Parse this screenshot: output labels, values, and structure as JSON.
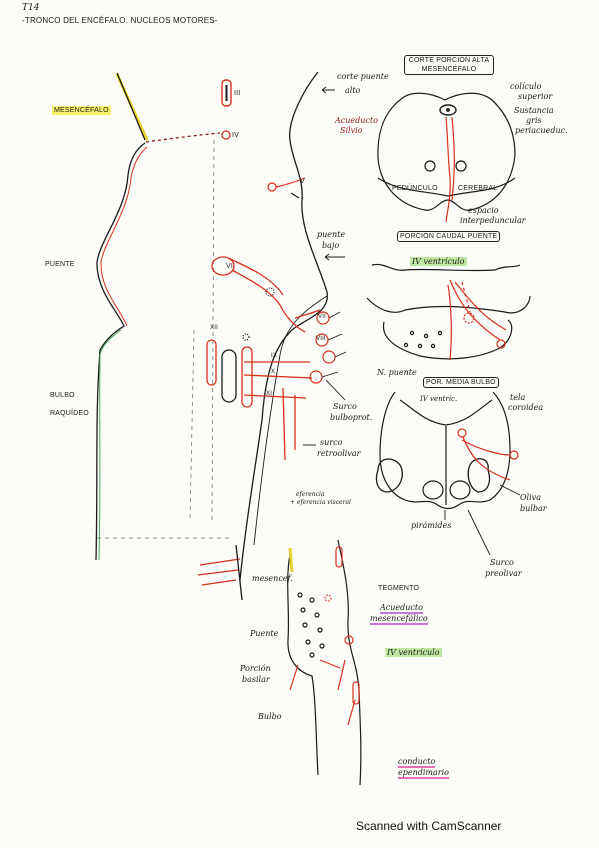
{
  "page": {
    "number": "T14",
    "title": "-TRONCO DEL ENCÉFALO. NUCLEOS MOTORES-",
    "footer": "Scanned with CamScanner"
  },
  "colors": {
    "ink": "#1b1b1b",
    "red": "#d8301c",
    "yellow": "#f3f36a",
    "green": "#7bc85a",
    "purple": "#c779d8",
    "pink": "#e86fb3"
  },
  "left_profile": {
    "mesencefalo": "MESENCÉFALO",
    "puente": "PUENTE",
    "bulbo": "BULBO",
    "raquideo": "RAQUÍDEO"
  },
  "nerves": {
    "iii": "III",
    "iv": "IV",
    "v": "V",
    "vi": "VI",
    "vii": "VII",
    "viii": "VIII",
    "ix": "IX",
    "x": "X",
    "xi": "XI",
    "xii": "XII"
  },
  "sagittal_labels": {
    "corte_puente_alto_1": "corte puente",
    "corte_puente_alto_2": "alto",
    "acueducto_1": "Acueducto",
    "acueducto_2": "Silvio",
    "puente_bajo_1": "puente",
    "puente_bajo_2": "bajo",
    "surco_bulboprot_1": "Surco",
    "surco_bulboprot_2": "bulboprot.",
    "surco_retroolivar_1": "surco",
    "surco_retroolivar_2": "retroolivar",
    "eferente_1": "eferencia",
    "eferente_2": "+ eferencia visceral"
  },
  "section_mesencefalo": {
    "title_1": "CORTE PORCIÓN ALTA",
    "title_2": "MESENCÉFALO",
    "coliculo_1": "colículo",
    "coliculo_2": "superior",
    "sustancia_1": "Sustancia",
    "sustancia_2": "gris",
    "sustancia_3": "periacueduc.",
    "pedunculo": "PEDÚNCULO",
    "cerebral": "CEREBRAL",
    "espacio_1": "espacio",
    "espacio_2": "interpeduncular"
  },
  "section_puente": {
    "title": "PORCIÓN CAUDAL PUENTE",
    "ventriculo": "IV ventrículo",
    "n_puente": "N. puente"
  },
  "section_bulbo": {
    "title": "POR. MEDIA BULBO",
    "ventric": "IV ventríc.",
    "tela_1": "tela",
    "tela_2": "coroidea",
    "oliva_1": "Oliva",
    "oliva_2": "bulbar",
    "piramides": "pirámides",
    "surco_1": "Surco",
    "surco_2": "preolivar"
  },
  "lower_sagittal": {
    "mesenc": "mesencef.",
    "tegmento": "TEGMENTO",
    "acueducto_1": "Acueducto",
    "acueducto_2": "mesencefálico",
    "puente": "Puente",
    "ventriculo": "IV ventrículo",
    "porcion_1": "Porción",
    "porcion_2": "basilar",
    "bulbo": "Bulbo",
    "conducto_1": "conducto",
    "conducto_2": "ependimario"
  }
}
